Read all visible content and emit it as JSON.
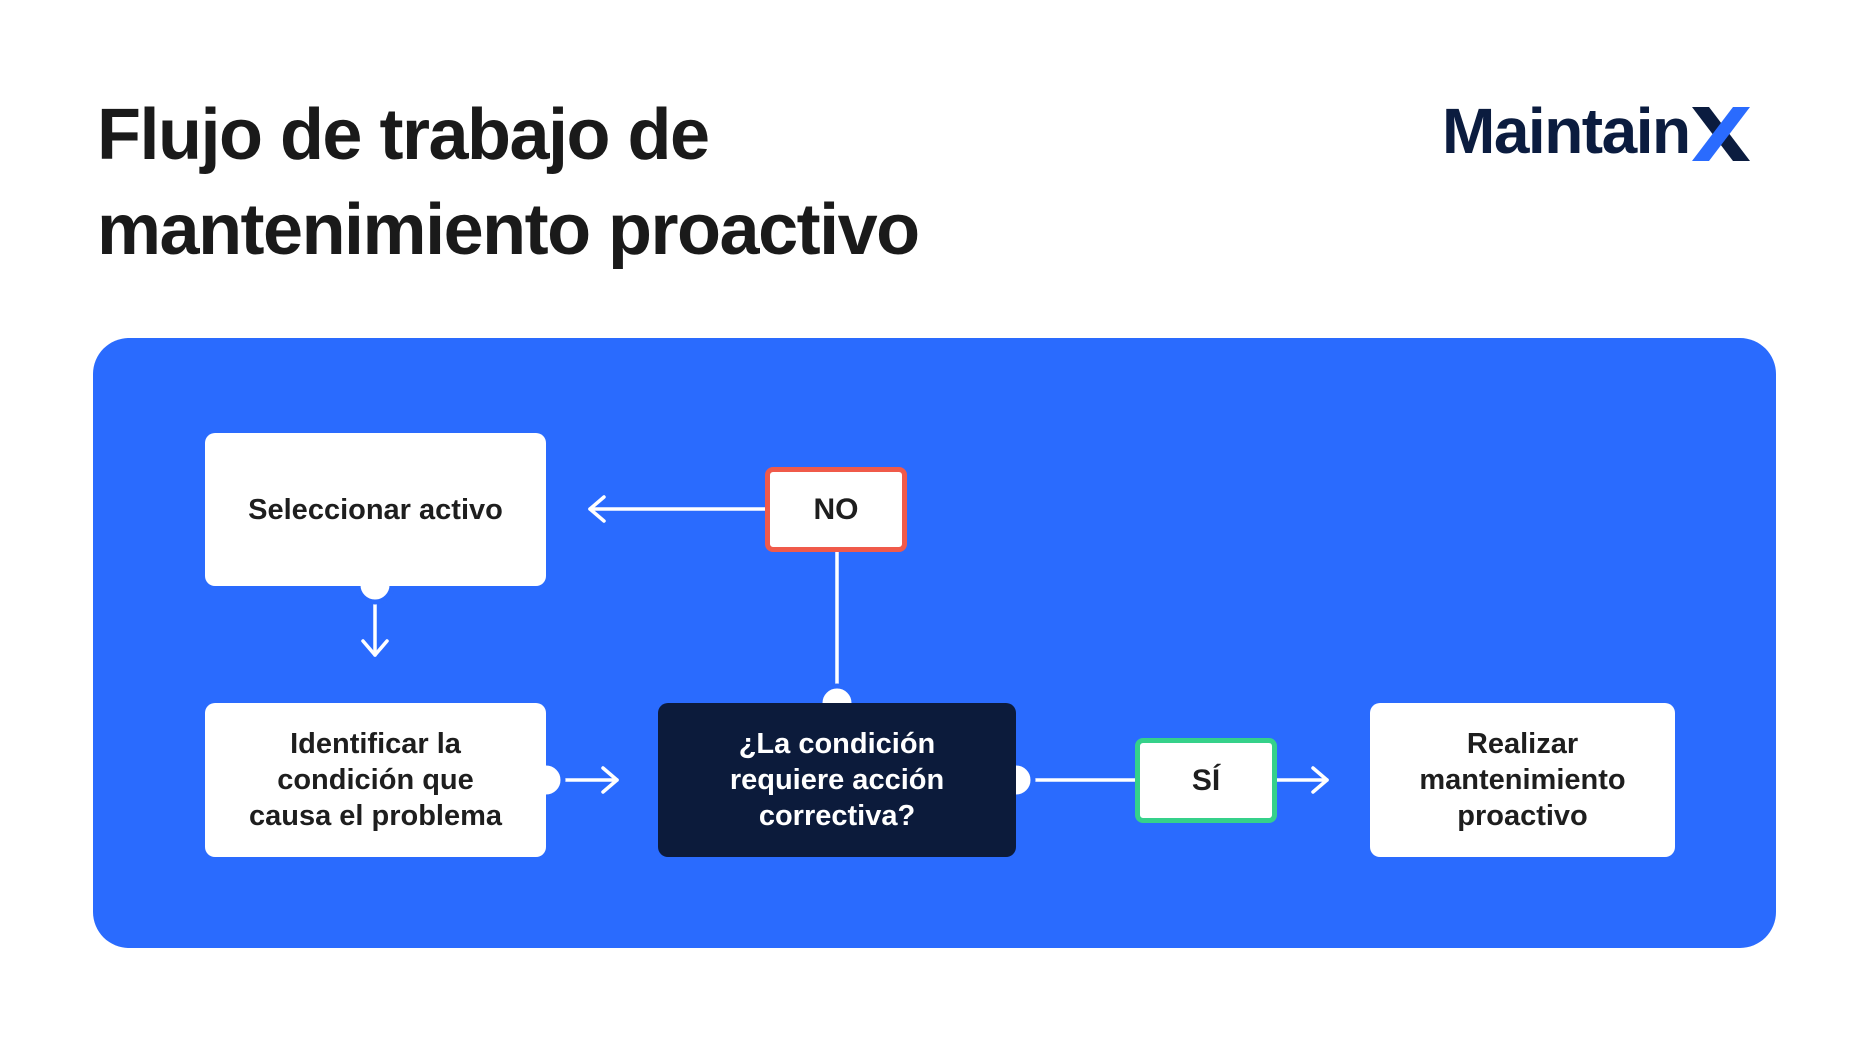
{
  "header": {
    "title": "Flujo de trabajo de\nmantenimiento proactivo",
    "logo_text": "Maintain",
    "logo_mark": "X"
  },
  "colors": {
    "panel": "#2a6bfe",
    "dark_box": "#0c1b3b",
    "no_border": "#f05a4a",
    "si_border": "#35d18a",
    "logo": "#0b1c3f"
  },
  "flow": {
    "select_asset": "Seleccionar activo",
    "identify_condition": "Identificar la\ncondición que\ncausa el problema",
    "question": "¿La condición\nrequiere acción\ncorrectiva?",
    "no_label": "NO",
    "yes_label": "SÍ",
    "perform": "Realizar\nmantenimiento\nproactivo"
  }
}
